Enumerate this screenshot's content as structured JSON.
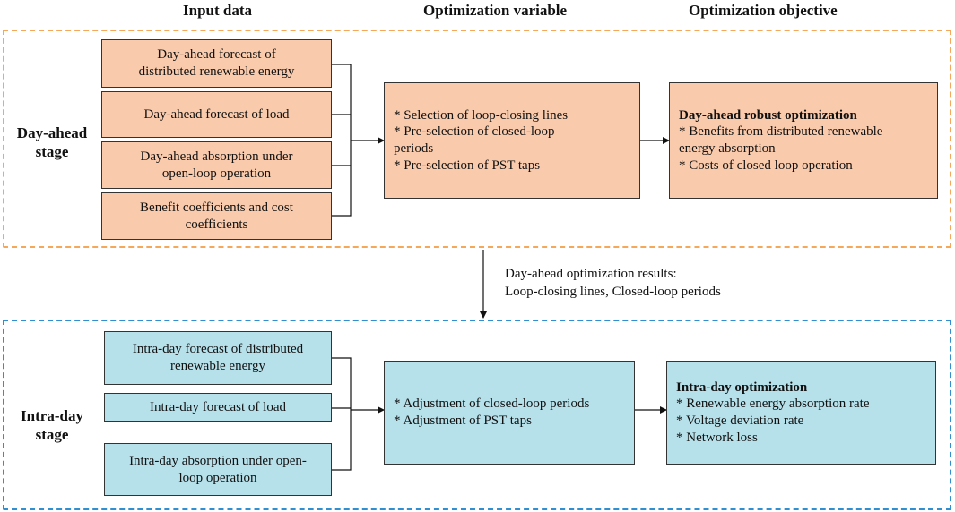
{
  "headers": {
    "input": "Input data",
    "variable": "Optimization variable",
    "objective": "Optimization objective"
  },
  "colors": {
    "day_ahead_frame": "#f5a75a",
    "intra_day_frame": "#2f8fd0",
    "day_ahead_fill": "#f9cbac",
    "intra_day_fill": "#b6e0ea"
  },
  "day_ahead": {
    "stage_line1": "Day-ahead",
    "stage_line2": "stage",
    "inputs": [
      {
        "line1": "Day-ahead forecast of",
        "line2": "distributed renewable energy"
      },
      {
        "line1": "Day-ahead forecast of load",
        "line2": ""
      },
      {
        "line1": "Day-ahead absorption under",
        "line2": "open-loop operation"
      },
      {
        "line1": "Benefit coefficients and cost",
        "line2": "coefficients"
      }
    ],
    "variables": [
      "* Selection of loop-closing lines",
      "* Pre-selection of closed-loop",
      "periods",
      "* Pre-selection of PST taps"
    ],
    "objective_title": "Day-ahead robust optimization",
    "objectives": [
      "* Benefits from distributed renewable",
      "energy absorption",
      "* Costs of closed loop operation"
    ]
  },
  "transfer": {
    "line1": "Day-ahead optimization results:",
    "line2": "Loop-closing lines, Closed-loop periods"
  },
  "intra_day": {
    "stage_line1": "Intra-day",
    "stage_line2": "stage",
    "inputs": [
      {
        "line1": "Intra-day forecast of distributed",
        "line2": "renewable energy"
      },
      {
        "line1": "Intra-day forecast of load",
        "line2": ""
      },
      {
        "line1": "Intra-day absorption under open-",
        "line2": "loop operation"
      }
    ],
    "variables": [
      "* Adjustment of closed-loop periods",
      "* Adjustment of PST taps"
    ],
    "objective_title": "Intra-day optimization",
    "objectives": [
      "* Renewable energy absorption rate",
      "* Voltage deviation rate",
      "* Network loss"
    ]
  }
}
